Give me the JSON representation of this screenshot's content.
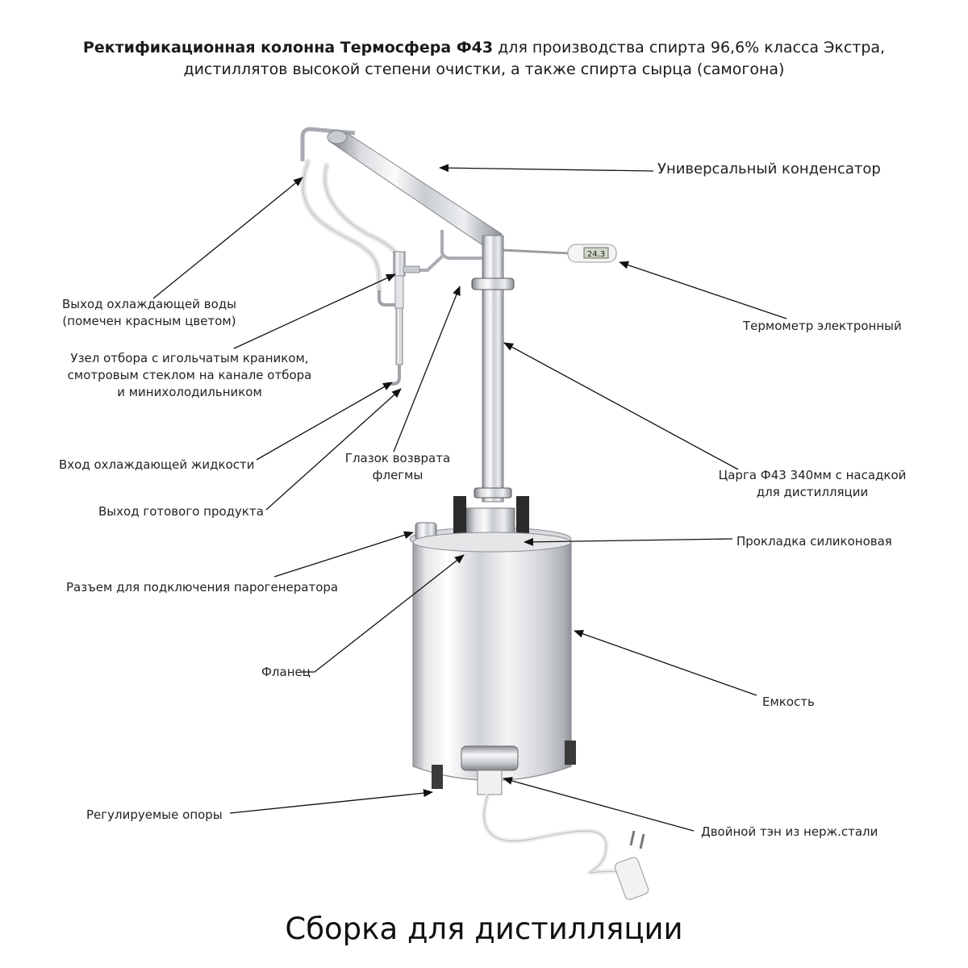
{
  "header": {
    "title_bold": "Ректификационная колонна Термосфера Ф43",
    "title_rest": " для производства спирта 96,6% класса Экстра,",
    "line2": "дистиллятов высокой степени очистки, а также спирта сырца (самогона)"
  },
  "footer": {
    "caption": "Сборка для дистилляции"
  },
  "labels": {
    "condenser": "Универсальный конденсатор",
    "water_out": [
      "Выход охлаждающей воды",
      "(помечен красным цветом)"
    ],
    "thermometer": "Термометр электронный",
    "thermometer_display": "24.3",
    "takeoff": [
      "Узел отбора с игольчатым краником,",
      "смотровым стеклом  на канале отбора",
      "и минихолодильником"
    ],
    "coolant_in": "Вход охлаждающей жидкости",
    "reflux_eye": [
      "Глазок возврата",
      "флегмы"
    ],
    "tsarga": [
      "Царга Ф43 340мм с насадкой",
      "для дистилляции"
    ],
    "product_out": "Выход готового продукта",
    "gasket": "Прокладка силиконовая",
    "steam_connector": "Разъем для подключения парогенератора",
    "flange": "Фланец",
    "tank": "Емкость",
    "feet": "Регулируемые опоры",
    "heater": "Двойной тэн из нерж.стали"
  },
  "colors": {
    "steel_dark": "#8a8d92",
    "steel_light": "#f2f3f5",
    "hose": "#e9e9e9",
    "arrow": "#111111",
    "clamp": "#2a2a2a"
  }
}
